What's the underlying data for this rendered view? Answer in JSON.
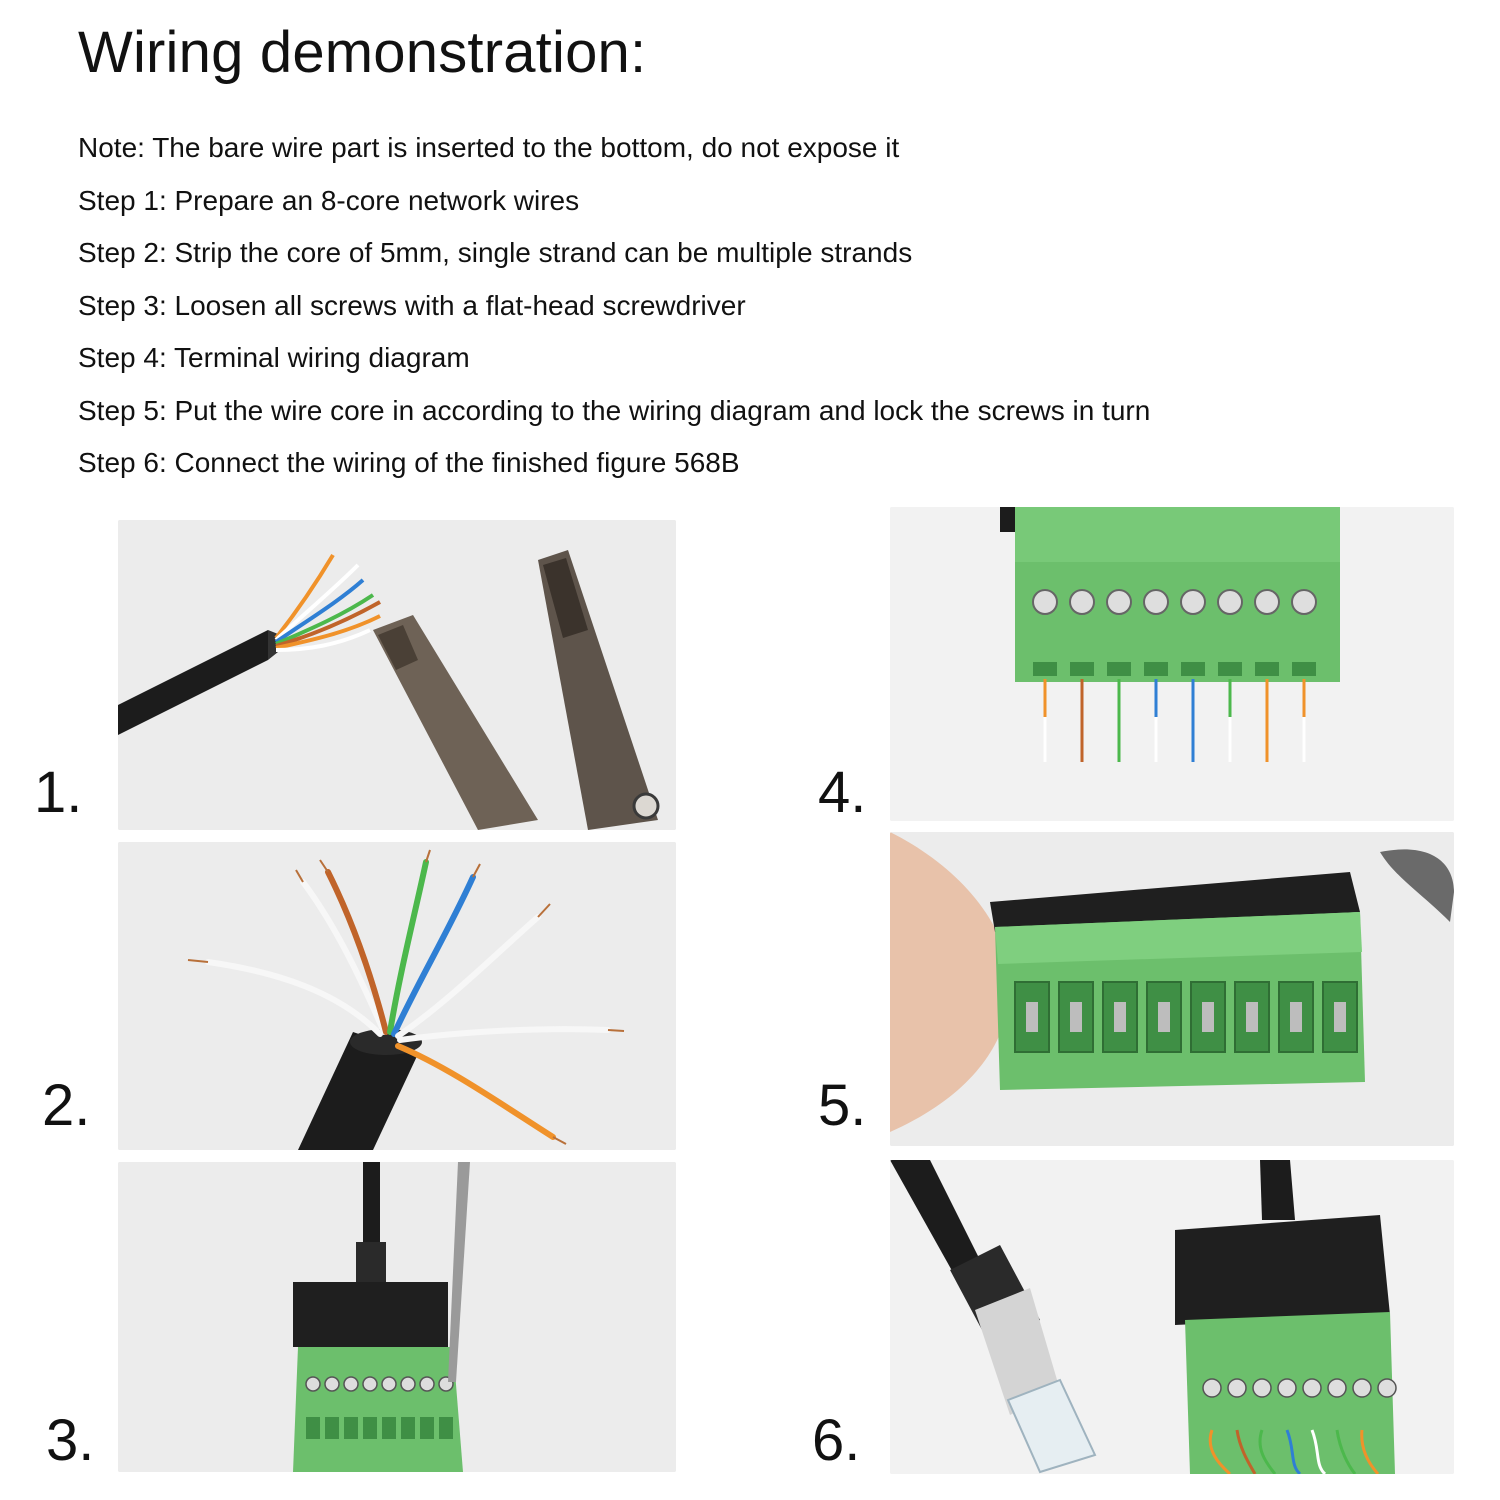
{
  "title": "Wiring demonstration:",
  "note": "Note: The bare wire part is inserted to the bottom, do not expose it",
  "steps": [
    "Step 1: Prepare an 8-core network wires",
    "Step 2: Strip the core of 5mm, single strand can be multiple strands",
    "Step 3: Loosen all screws with a flat-head screwdriver",
    "Step 4: Terminal wiring diagram",
    "Step 5: Put the wire core in according to the wiring diagram and lock the screws in turn",
    "Step 6: Connect the wiring of the finished figure 568B"
  ],
  "figures": [
    {
      "number": "1.",
      "subject": "cable-and-wire-stripper"
    },
    {
      "number": "2.",
      "subject": "stripped-wire-cores"
    },
    {
      "number": "3.",
      "subject": "loosening-screws"
    },
    {
      "number": "4.",
      "subject": "terminal-wiring-diagram"
    },
    {
      "number": "5.",
      "subject": "terminal-block-front"
    },
    {
      "number": "6.",
      "subject": "finished-568b-connection"
    }
  ],
  "colors": {
    "terminal_green": "#6cbf6c",
    "terminal_dark": "#3f8f45",
    "cable_black": "#1c1c1c",
    "wire_orange": "#f0922a",
    "wire_brown": "#c0642a",
    "wire_green": "#4cb84c",
    "wire_blue": "#2f7fd4",
    "photo_bg": "#eeeeee"
  }
}
